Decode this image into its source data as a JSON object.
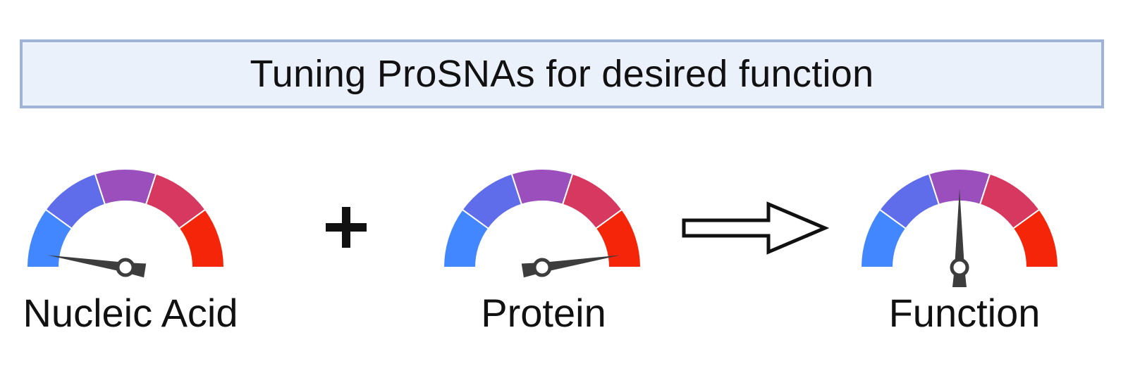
{
  "title": "Tuning ProSNAs for desired function",
  "segment_colors": [
    "#4287ff",
    "#5f6dea",
    "#9a4fbc",
    "#d6385f",
    "#f5250a"
  ],
  "needle_color": "#3d3d3d",
  "gauges": [
    {
      "label": "Nucleic Acid",
      "level": 0.05
    },
    {
      "label": "Protein",
      "level": 0.95
    },
    {
      "label": "Function",
      "level": 0.5
    }
  ],
  "operators": {
    "plus": "plus-icon",
    "arrow": "right-arrow-icon"
  }
}
